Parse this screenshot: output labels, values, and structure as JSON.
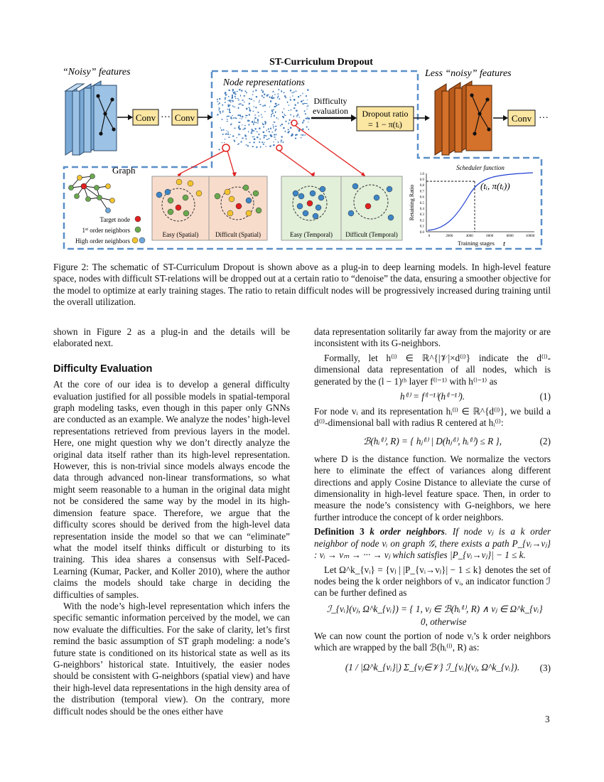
{
  "figure": {
    "title": "ST-Curriculum Dropout",
    "noisy_features": "“Noisy” features",
    "less_noisy_features": "Less “noisy” features",
    "node_representations": "Node representations",
    "conv": "Conv",
    "dots": "···",
    "difficulty_line1": "Difficulty",
    "difficulty_line2": "evaluation",
    "dropout_line1": "Dropout ratio",
    "dropout_line2": "= 1 − π(tᵢ)",
    "graph_label": "Graph",
    "legend_target": "Target node",
    "legend_first_pre": "1",
    "legend_first_sup": "st",
    "legend_first_post": " order neighbors",
    "legend_high": "High order neighbors",
    "panels": [
      "Easy (Spatial)",
      "Difficult (Spatial)",
      "Easy (Temporal)",
      "Difficult (Temporal)"
    ],
    "scheduler_title": "Scheduler function",
    "scheduler_ylabel": "Retaining Ratio",
    "scheduler_xlabel": "Training stages",
    "scheduler_xvar": "t",
    "scheduler_point": "(tᵢ, π(tᵢ))",
    "scheduler_yticks": [
      "0.0",
      "0.1",
      "0.2",
      "0.3",
      "0.4",
      "0.5",
      "0.6",
      "0.7",
      "0.8",
      "0.9",
      "1.0"
    ],
    "scheduler_xticks": [
      "0",
      "2000",
      "4000",
      "6000",
      "8000",
      "10000"
    ],
    "colors": {
      "dash_blue": "#5b8fc9",
      "conv_yellow": "#fbe6a2",
      "cube_blue": "#9cc3e6",
      "cube_orange": "#d4712b",
      "spatial_bg": "#f8dccb",
      "temporal_bg": "#e2efd9",
      "red": "#e02020",
      "green": "#6aa84f",
      "yellow": "#f4c430",
      "blue": "#3d85c6",
      "sky": "#6fa8dc"
    }
  },
  "caption": "Figure 2: The schematic of ST-Curriculum Dropout is shown above as a plug-in to deep learning models. In high-level feature space, nodes with difficult ST-relations will be dropped out at a certain ratio to “denoise” the data, ensuring a smoother objective for the model to optimize at early training stages. The ratio to retain difficult nodes will be progressively increased during training until the overall utilization.",
  "left": {
    "p0": "shown in Figure 2 as a plug-in and the details will be elaborated next.",
    "heading": "Difficulty Evaluation",
    "p1": "At the core of our idea is to develop a general difficulty evaluation justified for all possible models in spatial-temporal graph modeling tasks, even though in this paper only GNNs are conducted as an example. We analyze the nodes’ high-level representations retrieved from previous layers in the model. Here, one might question why we don’t directly analyze the original data itself rather than its high-level representation. However, this is non-trivial since models always encode the data through advanced non-linear transformations, so what might seem reasonable to a human in the original data might not be considered the same way by the model in its high-dimension feature space. Therefore, we argue that the difficulty scores should be derived from the high-level data representation inside the model so that we can “eliminate” what the model itself thinks difficult or disturbing to its training. This idea shares a consensus with Self-Paced-Learning (Kumar, Packer, and Koller 2010), where the author claims the models should take charge in deciding the difficulties of samples.",
    "p2": "With the node’s high-level representation which infers the specific semantic information perceived by the model, we can now evaluate the difficulties. For the sake of clarity, let’s first remind the basic assumption of ST graph modeling: a node’s future state is conditioned on its historical state as well as its G-neighbors’ historical state. Intuitively, the easier nodes should be consistent with G-neighbors (spatial view) and have their high-level data representations in the high density area of the distribution (temporal view). On the contrary, more difficult nodes should be the ones either have"
  },
  "right": {
    "p0": "data representation solitarily far away from the majority or are inconsistent with its G-neighbors.",
    "p1": "Formally, let h⁽ˡ⁾ ∈ ℝ^{|𝒱|×d⁽ˡ⁾} indicate the d⁽ˡ⁾-dimensional data representation of all nodes, which is generated by the (l − 1)ᵗʰ layer f⁽ˡ⁻¹⁾ with h⁽ˡ⁻¹⁾ as",
    "eq1": "h⁽ˡ⁾ = f⁽ˡ⁻¹⁾(h⁽ˡ⁻¹⁾).",
    "eq1_num": "(1)",
    "p2": "For node vᵢ and its representation hᵢ⁽ˡ⁾ ∈ ℝ^{d⁽ˡ⁾}, we build a d⁽ˡ⁾-dimensional ball with radius R centered at hᵢ⁽ˡ⁾:",
    "eq2": "ℬ(hᵢ⁽ˡ⁾, R) = { hⱼ⁽ˡ⁾ | D(hⱼ⁽ˡ⁾, hᵢ⁽ˡ⁾) ≤ R },",
    "eq2_num": "(2)",
    "p3": "where D is the distance function. We normalize the vectors here to eliminate the effect of variances along different directions and apply Cosine Distance to alleviate the curse of dimensionality in high-level feature space. Then, in order to measure the node’s consistency with G-neighbors, we here further introduce the concept of k order neighbors.",
    "def_head": "Definition 3",
    "def_k": "k order neighbors",
    "def_body": ". If node vⱼ is a k order neighbor of node vᵢ on graph 𝒢, there exists a path P_{vᵢ→vⱼ} : vᵢ → vₘ → ··· → vⱼ which satisfies |P_{vᵢ→vⱼ}| − 1 ≤ k.",
    "p4": "Let Ω^k_{vᵢ} = {vⱼ | |P_{vᵢ→vⱼ}| − 1 ≤ k} denotes the set of nodes being the k order neighbors of vᵢ, an indicator function ℐ can be further defined as",
    "eq3a": "ℐ_{vᵢ}(vⱼ, Ω^k_{vᵢ}) = { 1,   vⱼ ∈ ℬ(hᵢ⁽ˡ⁾, R) ∧ vⱼ ∈ Ω^k_{vᵢ}",
    "eq3b": "0,   otherwise",
    "p5": "We can now count the portion of node vᵢ’s k order neighbors which are wrapped by the ball ℬ(hᵢ⁽ˡ⁾, R) as:",
    "eq4": "(1 / |Ω^k_{vᵢ}|) Σ_{vⱼ∈𝒱} ℐ_{vᵢ}(vⱼ, Ω^k_{vᵢ}).",
    "eq4_num": "(3)"
  },
  "page_number": "3"
}
